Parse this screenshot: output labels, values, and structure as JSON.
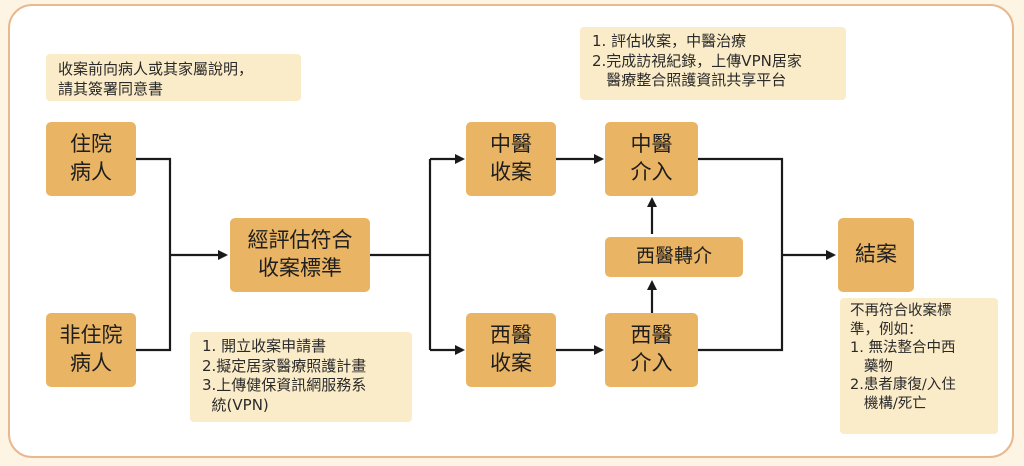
{
  "nodes": {
    "inpatient": "住院\n病人",
    "outpatient": "非住院\n病人",
    "criteria": "經評估符合\n收案標準",
    "tcm_intake": "中醫\n收案",
    "wm_intake": "西醫\n收案",
    "tcm_intervention": "中醫\n介入",
    "wm_intervention": "西醫\n介入",
    "wm_referral": "西醫轉介",
    "closure": "結案"
  },
  "notes": {
    "consent": [
      "收案前向病人或其家屬說明，",
      "請其簽署同意書"
    ],
    "tcm_steps": [
      "1. 評估收案，中醫治療",
      "2.完成訪視紀錄，上傳VPN居家",
      "   醫療整合照護資訊共享平台"
    ],
    "intake_steps": [
      "1. 開立收案申請書",
      "2.擬定居家醫療照護計畫",
      "3.上傳健保資訊網服務系",
      "  統(VPN)"
    ],
    "closure_criteria": [
      "不再符合收案標",
      "準，例如：",
      "1. 無法整合中西",
      "   藥物",
      "2.患者康復/入住",
      "   機構/死亡"
    ]
  },
  "colors": {
    "box": "#e9b463",
    "note": "#fbecc9",
    "frame_border": "#e8b88e",
    "arrow": "#1a1a1a"
  }
}
